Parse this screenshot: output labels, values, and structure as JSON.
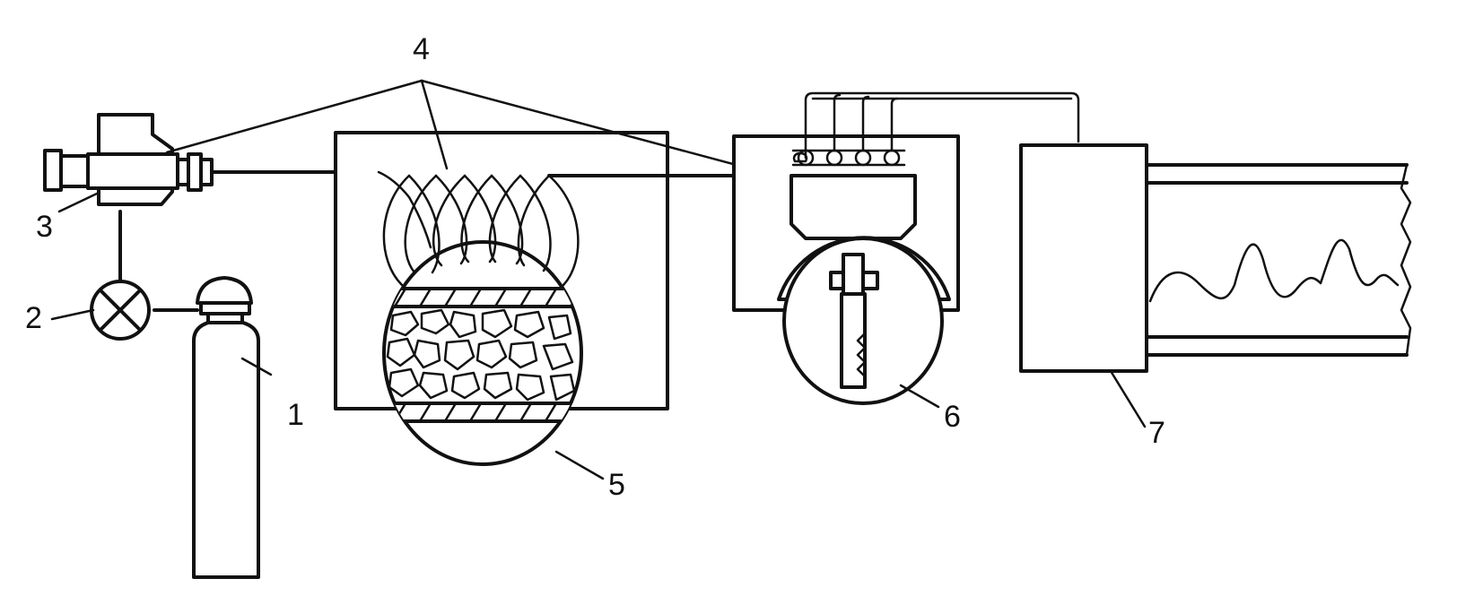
{
  "labels": {
    "cylinder": "1",
    "valve": "2",
    "regulator": "3",
    "tubes": "4",
    "sample_holder": "5",
    "sensor_unit": "6",
    "recorder": "7"
  },
  "colors": {
    "ink": "#111111",
    "paper": "#ffffff"
  }
}
